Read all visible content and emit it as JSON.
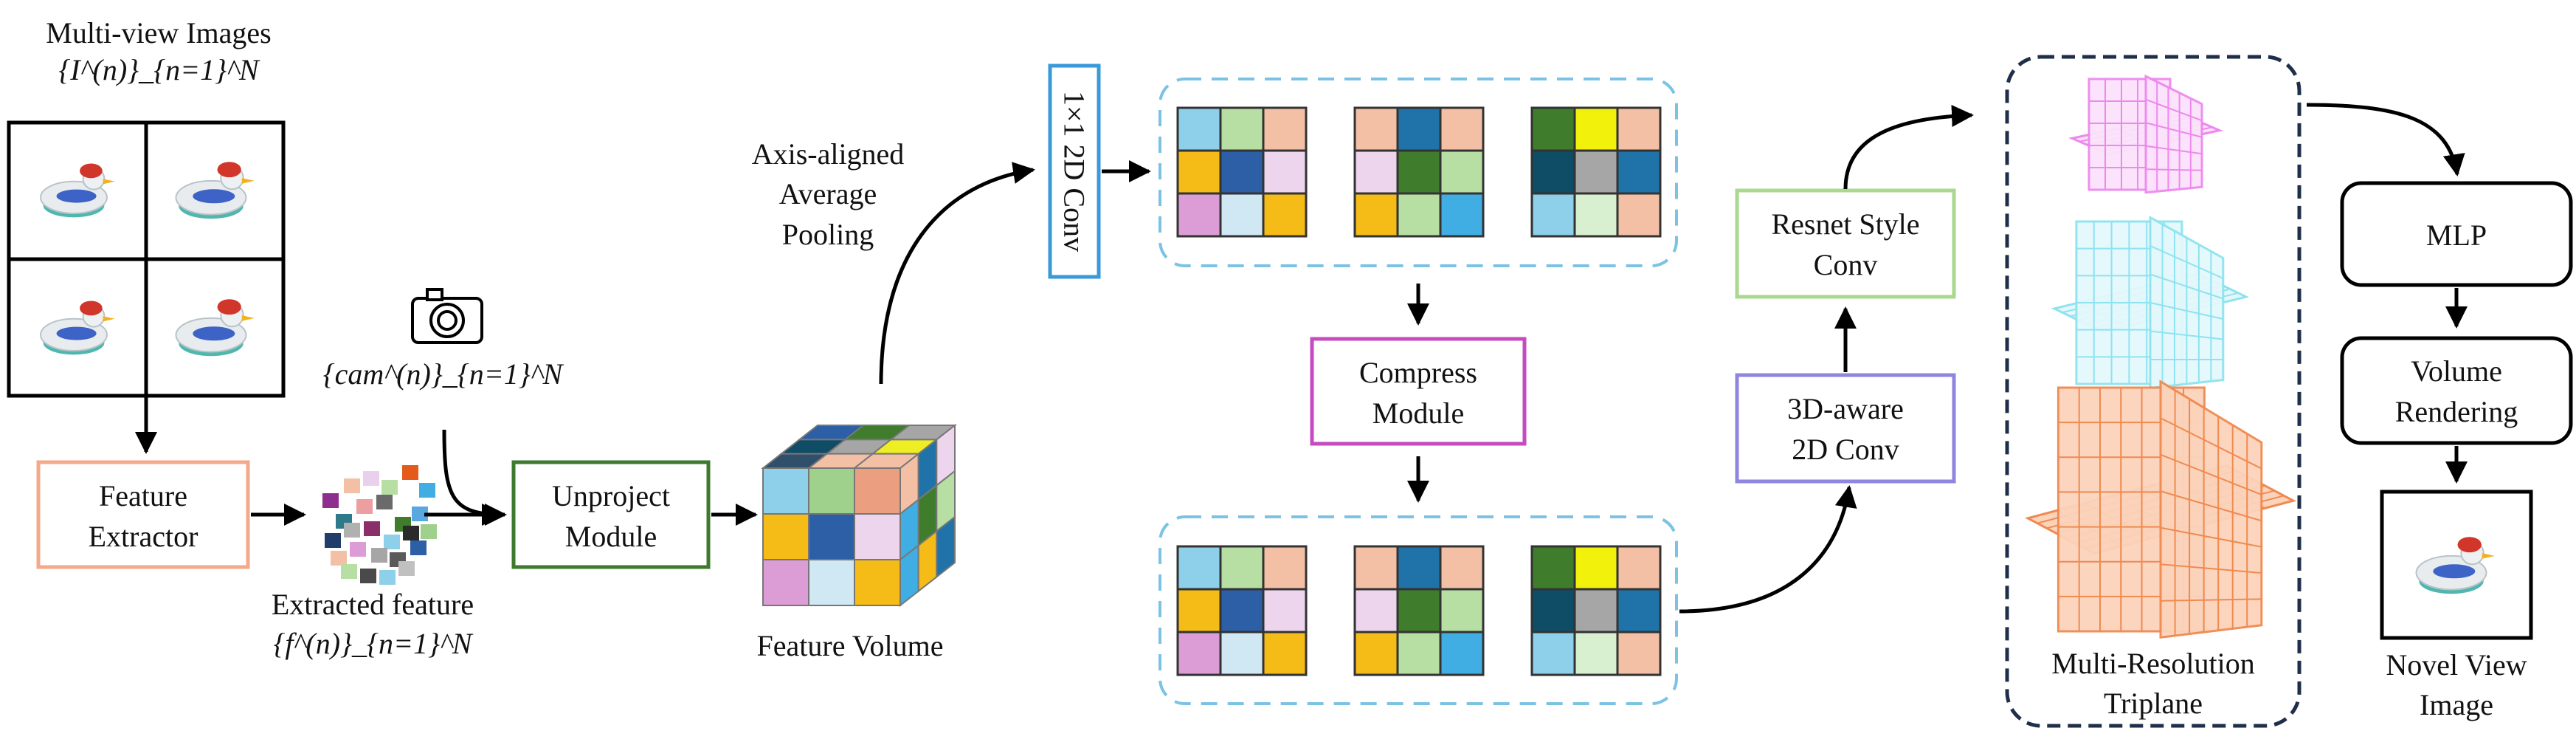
{
  "inputs": {
    "title": "Multi-view Images",
    "math": "{I^(n)}_{n=1}^N"
  },
  "feature_extractor": {
    "line1": "Feature",
    "line2": "Extractor"
  },
  "extracted": {
    "label": "Extracted feature",
    "math": "{f^(n)}_{n=1}^N"
  },
  "camera": {
    "math": "{cam^(n)}_{n=1}^N"
  },
  "unproject": {
    "line1": "Unproject",
    "line2": "Module"
  },
  "feature_volume": {
    "label": "Feature Volume"
  },
  "pooling": {
    "line1": "Axis-aligned",
    "line2": "Average",
    "line3": "Pooling"
  },
  "conv1x1": {
    "label": "1×1 2D Conv"
  },
  "compress": {
    "line1": "Compress",
    "line2": "Module"
  },
  "aware_conv": {
    "line1": "3D-aware",
    "line2": "2D Conv"
  },
  "resnet": {
    "line1": "Resnet Style",
    "line2": "Conv"
  },
  "triplane": {
    "line1": "Multi-Resolution",
    "line2": "Triplane"
  },
  "mlp": {
    "label": "MLP"
  },
  "volume_rendering": {
    "line1": "Volume",
    "line2": "Rendering"
  },
  "novel_view": {
    "line1": "Novel View",
    "line2": "Image"
  },
  "colors": {
    "feature_extractor": "#f4a98a",
    "unproject": "#3e7a2d",
    "conv1x1": "#3a9ad9",
    "compress": "#c64bc0",
    "aware_conv": "#8f86e0",
    "resnet": "#a9d88f",
    "dashed_group": "#7cc3e3",
    "triplane_group": "#1f2f4a",
    "grid_pink": "#ee88ee",
    "grid_cyan": "#8ee3f0",
    "grid_orange": "#f08a50"
  },
  "plane_grids": [
    [
      "#8ecfe9",
      "#b7dfa4",
      "#f3c0a6",
      "#f5bb17",
      "#2d5fa6",
      "#eed5ee",
      "#dc9cd6",
      "#cfe8f4",
      "#f5bb17"
    ],
    [
      "#f3c0a6",
      "#1f73a8",
      "#f3c0a6",
      "#eed5ee",
      "#3f7d2c",
      "#b7dfa4",
      "#f5bb17",
      "#b7dfa4",
      "#41aee3"
    ],
    [
      "#3f7d2c",
      "#f1f10b",
      "#f3c0a6",
      "#0f4c66",
      "#a6a6a6",
      "#1f73a8",
      "#8ecfe9",
      "#d9f0d0",
      "#f3c0a6"
    ]
  ],
  "cube_faces": {
    "front": [
      "#8ecfe9",
      "#9fd08c",
      "#ec9f80",
      "#f5bb17",
      "#2d5fa6",
      "#eed5ee",
      "#dc9cd6",
      "#cfe8f4",
      "#f5bb17"
    ],
    "top": [
      "#2d5fa6",
      "#3f7d2c",
      "#a6a6a6",
      "#0f4c66",
      "#a6a6a6",
      "#eeee22",
      "#2f4f6a",
      "#f3c0a6",
      "#f3c0a6"
    ],
    "side": [
      "#f3c0a6",
      "#1f73a8",
      "#eed5ee",
      "#41aee3",
      "#3f7d2c",
      "#b7dfa4",
      "#41aee3",
      "#f5bb17",
      "#1f73a8"
    ]
  },
  "feature_tiles": [
    "#8d2f8f",
    "#f3c0a6",
    "#e9d0ec",
    "#b7dfa4",
    "#e35a1a",
    "#41aee3",
    "#2f7a8a",
    "#ec9ea0",
    "#6a6a6a",
    "#3f7d2c",
    "#5aa8e0",
    "#1f3f6a",
    "#b0b0b0",
    "#8a2f6a",
    "#8ecfe9",
    "#2a2a2a",
    "#9fd08c",
    "#f3c0a6",
    "#dc9cd6",
    "#a6a6a6",
    "#5a5a5a",
    "#2d5fa6",
    "#b7dfa4",
    "#4a4a4a",
    "#8ecfe9",
    "#c0c0c0"
  ]
}
